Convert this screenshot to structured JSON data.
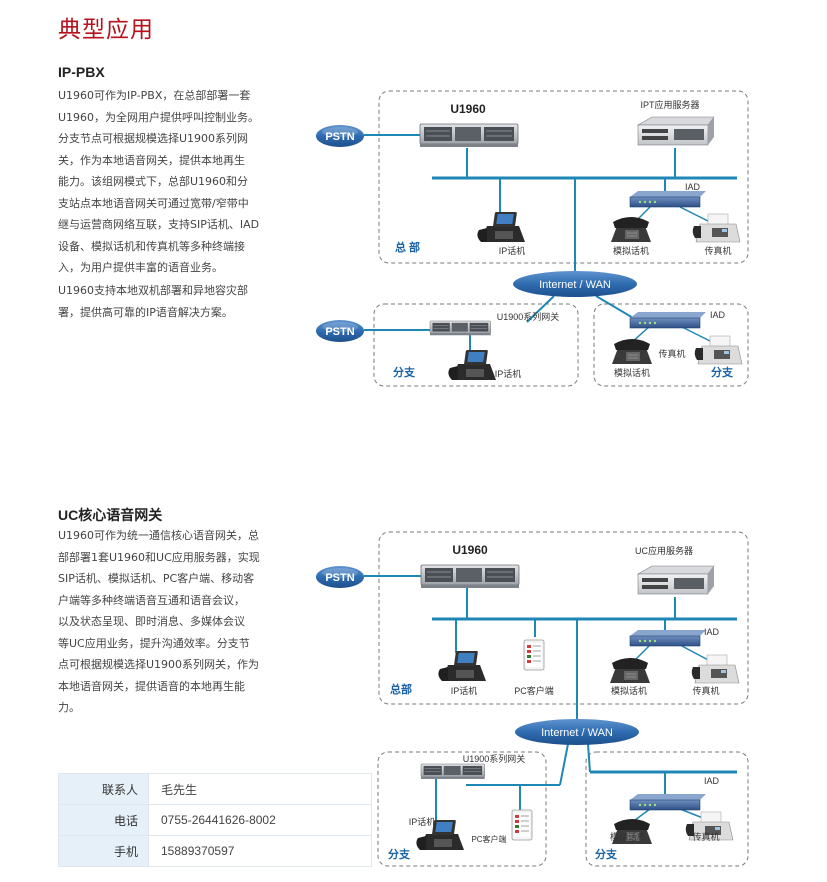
{
  "page": {
    "title": "典型应用"
  },
  "ippbx": {
    "title": "IP-PBX",
    "para1": [
      "U1960可作为IP-PBX，在总部部署一套",
      "U1960，为全网用户提供呼叫控制业务。",
      "分支节点可根据规模选择U1900系列网",
      "关，作为本地语音网关，提供本地再生",
      "能力。该组网模式下，总部U1960和分",
      "支站点本地语音网关可通过宽带/窄带中",
      "继与运营商网络互联，支持SIP话机、IAD",
      "设备、模拟话机和传真机等多种终端接",
      "入，为用户提供丰富的语音业务。"
    ],
    "para2": [
      "U1960支持本地双机部署和异地容灾部",
      "署，提供高可靠的IP语音解决方案。"
    ],
    "diagram": {
      "pstn": "PSTN",
      "u1960": "U1960",
      "ipt_server": "IPT应用服务器",
      "iad": "IAD",
      "ip_phone": "IP话机",
      "analog_phone": "模拟话机",
      "fax": "传真机",
      "hq": "总 部",
      "wan": "Internet / WAN",
      "u1900": "U1900系列网关",
      "branch": "分支",
      "iad2": "IAD",
      "fax2": "传真机",
      "analog_phone2": "模拟话机",
      "ip_phone2": "IP话机"
    }
  },
  "uc": {
    "title": "UC核心语音网关",
    "para": [
      "U1960可作为统一通信核心语音网关，总",
      "部部署1套U1960和UC应用服务器，实现",
      "SIP话机、模拟话机、PC客户端、移动客",
      "户端等多种终端语音互通和语音会议，",
      "以及状态呈现、即时消息、多媒体会议",
      "等UC应用业务，提升沟通效率。分支节",
      "点可根据规模选择U1900系列网关，作为",
      "本地语音网关，提供语音的本地再生能",
      "力。"
    ],
    "diagram": {
      "pstn": "PSTN",
      "u1960": "U1960",
      "uc_server": "UC应用服务器",
      "iad": "IAD",
      "ip_phone": "IP话机",
      "pc_client": "PC客户端",
      "analog_phone": "模拟话机",
      "fax": "传真机",
      "hq": "总部",
      "wan": "Internet / WAN",
      "u1900": "U1900系列网关",
      "ip_phone2": "IP话机",
      "pc_client2": "PC客户端",
      "branch": "分支",
      "iad2": "IAD",
      "analog_phone2": "模拟话机",
      "fax2": "传真机",
      "branch2": "分支"
    }
  },
  "contact": {
    "rows": [
      {
        "label": "联系人",
        "value": "毛先生"
      },
      {
        "label": "电话",
        "value": "0755-26441626-8002"
      },
      {
        "label": "手机",
        "value": "15889370597"
      }
    ]
  },
  "colors": {
    "accent_red": "#b5121b",
    "line_blue": "#1e87b5",
    "label_blue": "#1a63a6",
    "cloud_blue": "#2f6cb0"
  }
}
